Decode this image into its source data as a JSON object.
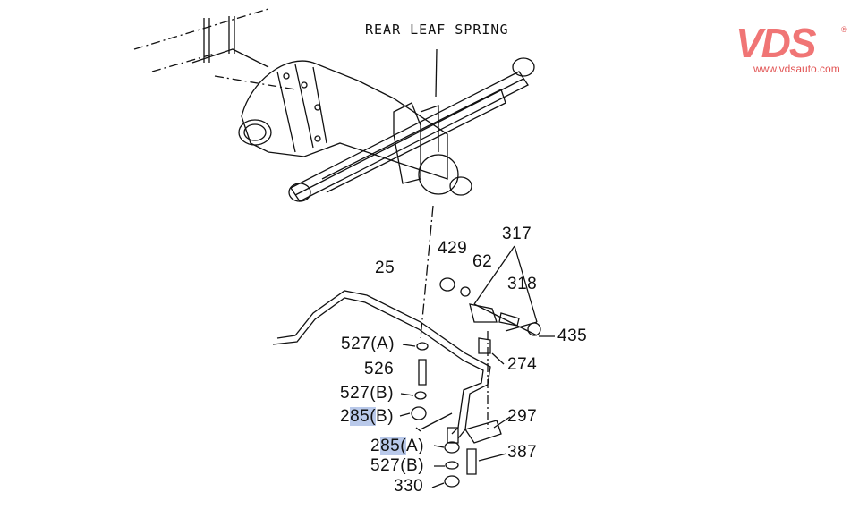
{
  "diagram": {
    "title": "REAR LEAF SPRING",
    "labels": {
      "p317": "317",
      "p429": "429",
      "p62": "62",
      "p318": "318",
      "p25": "25",
      "p527a": "527(A)",
      "p435": "435",
      "p274": "274",
      "p526": "526",
      "p527b_1": "527(B)",
      "p285b_pre": "2",
      "p285b_hl": "85(",
      "p285b_post": "B)",
      "p297": "297",
      "p285a_pre": "2",
      "p285a_hl": "85(",
      "p285a_post": "A)",
      "p387": "387",
      "p527b_2": "527(B)",
      "p330": "330"
    },
    "highlight_color": "#b9c9ea"
  },
  "logo": {
    "brand": "VDS",
    "registered": "®",
    "url": "www.vdsauto.com",
    "color": "#f07575"
  }
}
